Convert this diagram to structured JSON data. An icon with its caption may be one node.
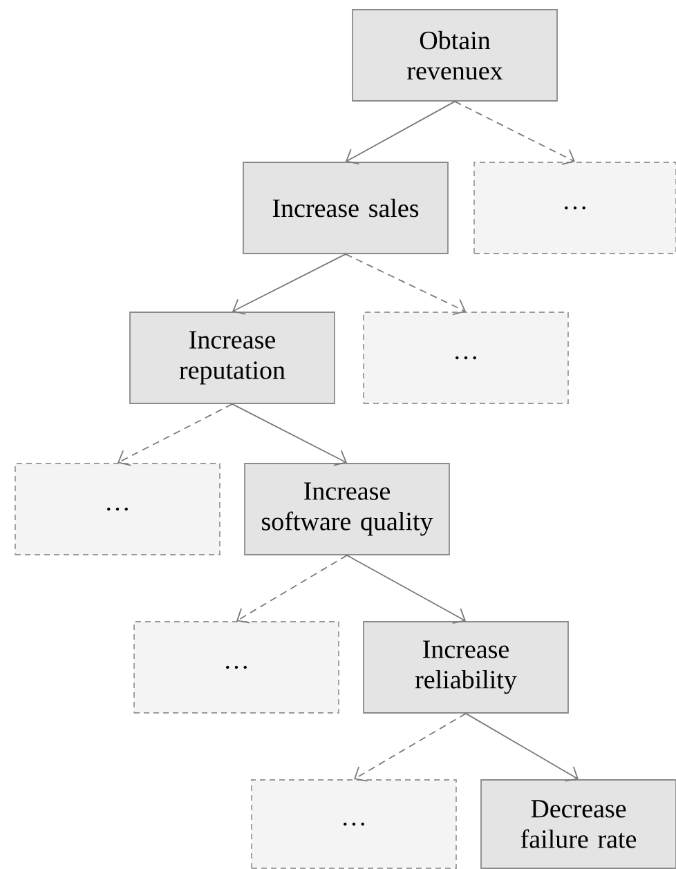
{
  "diagram": {
    "nodes": [
      {
        "text": [
          "Obtain revenuex"
        ]
      },
      {
        "text": [
          "Increase sales"
        ]
      },
      {
        "text": [
          "…"
        ]
      },
      {
        "text": [
          "Increase reputation"
        ]
      },
      {
        "text": [
          "…"
        ]
      },
      {
        "text": [
          "…"
        ]
      },
      {
        "text": [
          "Increase software quality"
        ]
      },
      {
        "text": [
          "…"
        ]
      },
      {
        "text": [
          "Increase reliability"
        ]
      },
      {
        "text": [
          "…"
        ]
      },
      {
        "text": [
          "Decrease failure rate"
        ]
      }
    ],
    "edges": [
      {
        "from": 0,
        "to": 1,
        "arrow": "to"
      },
      {
        "from": 0,
        "to": 2,
        "arrow": "to",
        "style": "dashed"
      },
      {
        "from": 1,
        "to": 3,
        "arrow": "to"
      },
      {
        "from": 1,
        "to": 4,
        "arrow": "to",
        "style": "dashed"
      },
      {
        "from": 3,
        "to": 5,
        "arrow": "to",
        "style": "dashed"
      },
      {
        "from": 3,
        "to": 6,
        "arrow": "to"
      },
      {
        "from": 6,
        "to": 7,
        "arrow": "to",
        "style": "dashed"
      },
      {
        "from": 6,
        "to": 8,
        "arrow": "to"
      },
      {
        "from": 8,
        "to": 9,
        "arrow": "to",
        "style": "dashed"
      },
      {
        "from": 8,
        "to": 10,
        "arrow": "to"
      }
    ]
  }
}
